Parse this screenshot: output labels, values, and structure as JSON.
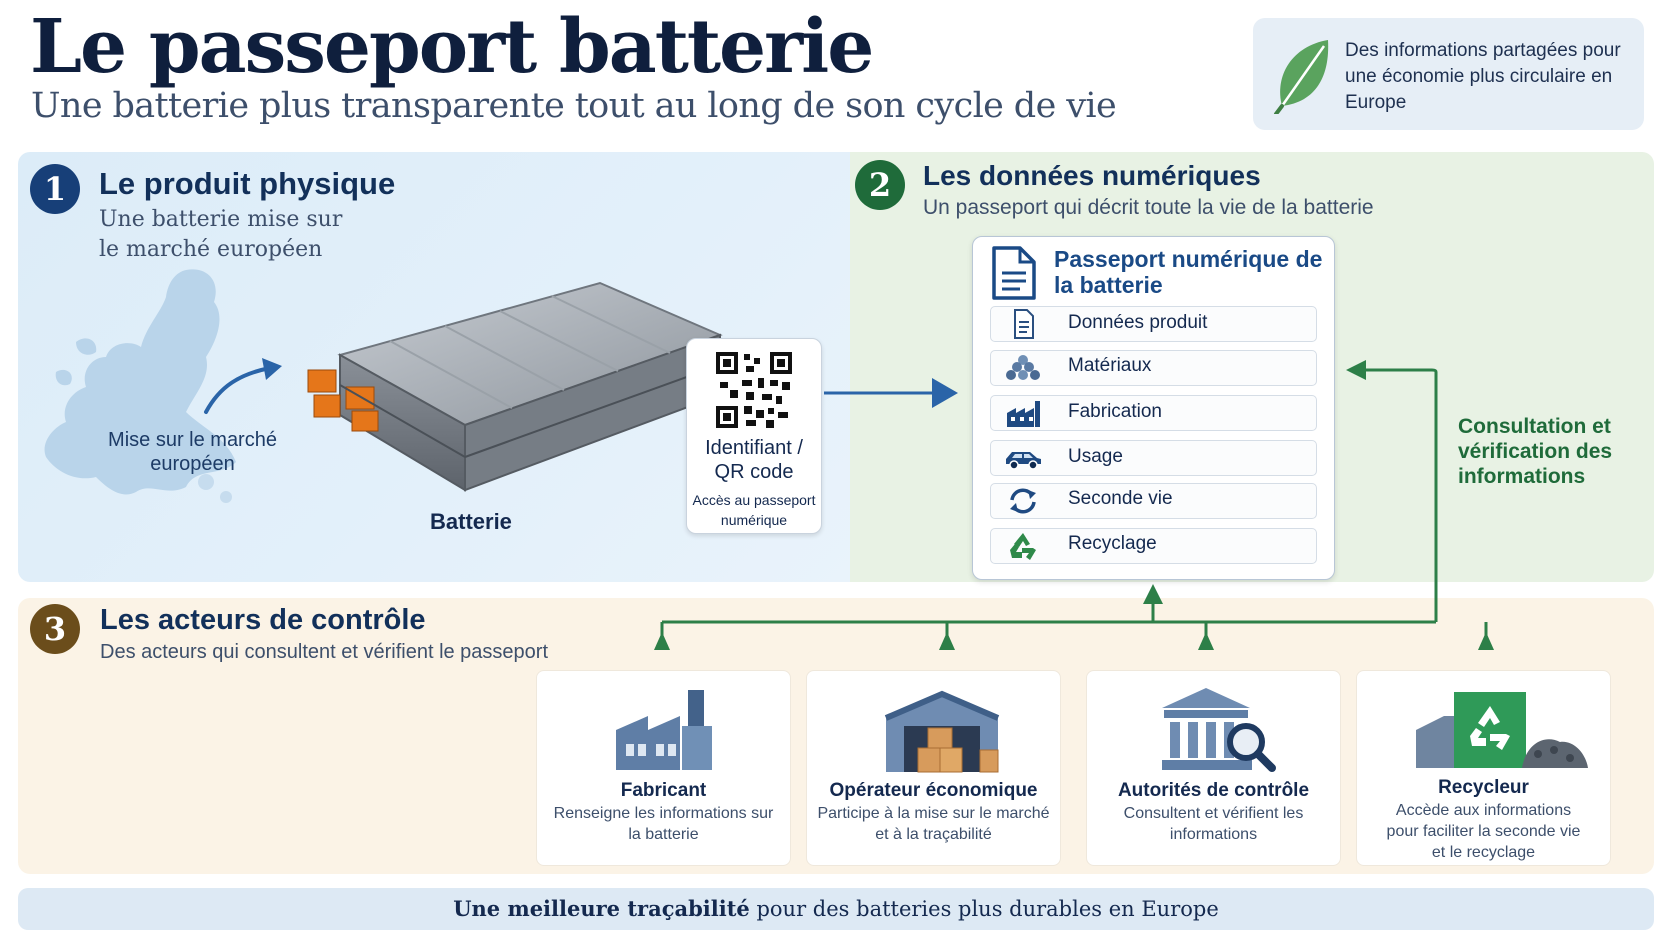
{
  "header": {
    "title": "Le passeport batterie",
    "subtitle": "Une batterie plus transparente tout au long de son cycle de vie",
    "callout": "Des informations partagées pour une économie plus circulaire en Europe"
  },
  "section1": {
    "number": "1",
    "title": "Le produit physique",
    "subtitle": "Une batterie mise sur le marché européen",
    "market_label": "Mise sur le marché européen",
    "battery_label": "Batterie",
    "qr_label": "Identifiant / QR code",
    "qr_sub": "Accès au passeport numérique"
  },
  "section2": {
    "number": "2",
    "title": "Les données numériques",
    "subtitle": "Un passeport qui décrit toute la vie de la batterie",
    "passport_title": "Passeport numérique de la batterie",
    "rows": [
      {
        "label": "Données produit",
        "icon": "document-icon"
      },
      {
        "label": "Matériaux",
        "icon": "materials-icon"
      },
      {
        "label": "Fabrication",
        "icon": "factory-icon"
      },
      {
        "label": "Usage",
        "icon": "car-icon"
      },
      {
        "label": "Seconde vie",
        "icon": "cycle-icon"
      },
      {
        "label": "Recyclage",
        "icon": "recycle-icon"
      }
    ],
    "consult_label": "Consultation et vérification des informations"
  },
  "section3": {
    "number": "3",
    "title": "Les acteurs de contrôle",
    "subtitle": "Des acteurs qui consultent et vérifient le passeport",
    "actors": [
      {
        "name": "Fabricant",
        "desc": "Renseigne les informations sur la batterie",
        "icon": "factory-icon"
      },
      {
        "name": "Opérateur économique",
        "desc": "Participe à la mise sur le marché et à la traçabilité",
        "icon": "warehouse-icon"
      },
      {
        "name": "Autorités de contrôle",
        "desc": "Consultent et vérifient les informations",
        "icon": "authority-icon"
      },
      {
        "name": "Recycleur",
        "desc": "Accède aux informations pour faciliter la seconde vie et le recyclage",
        "icon": "recycler-icon"
      }
    ]
  },
  "footer": {
    "bold": "Une meilleure traçabilité",
    "rest": " pour des batteries plus durables en Europe"
  },
  "colors": {
    "navy": "#173f78",
    "green": "#1f6b3a",
    "brown": "#6b4d1b",
    "arrow_blue": "#2a64a8",
    "arrow_green": "#2d7f48"
  }
}
